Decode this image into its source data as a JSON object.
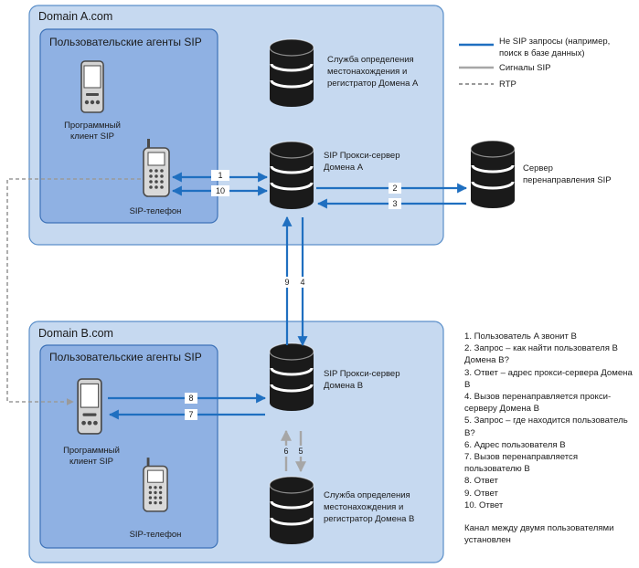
{
  "domain_a": {
    "title": "Domain A.com",
    "agents_group": "Пользовательские агенты SIP",
    "softclient": [
      "Программный",
      "клиент SIP"
    ],
    "phone": "SIP-телефон",
    "locator": [
      "Служба определения",
      "местонахождения и",
      "регистратор Домена A"
    ],
    "proxy": [
      "SIP Прокси-сервер",
      "Домена A"
    ]
  },
  "domain_b": {
    "title": "Domain B.com",
    "agents_group": "Пользовательские агенты SIP",
    "softclient": [
      "Программный",
      "клиент SIP"
    ],
    "phone": "SIP-телефон",
    "locator": [
      "Служба определения",
      "местонахождения и",
      "регистратор Домена B"
    ],
    "proxy": [
      "SIP Прокси-сервер",
      "Домена B"
    ]
  },
  "redirect_server": [
    "Сервер",
    "перенаправления SIP"
  ],
  "legend": {
    "non_sip": [
      "Не SIP запросы (например,",
      "поиск в базе данных)"
    ],
    "sip": "Сигналы SIP",
    "rtp": "RTP"
  },
  "arrow_numbers": {
    "n1": "1",
    "n2": "2",
    "n3": "3",
    "n4": "4",
    "n5": "5",
    "n6": "6",
    "n7": "7",
    "n8": "8",
    "n9": "9",
    "n10": "10"
  },
  "steps": [
    "1. Пользователь A звонит B",
    "2. Запрос – как найти пользователя B Домена B?",
    "3. Ответ – адрес прокси-сервера Домена B",
    "4. Вызов перенаправляется прокси-серверу Домена B",
    "5. Запрос – где находится пользователь B?",
    "6. Адрес пользователя B",
    "7. Вызов перенаправляется пользователю B",
    "8. Ответ",
    "9. Ответ",
    "10. Ответ"
  ],
  "footer": "Канал между двумя пользователями установлен",
  "colors": {
    "domain_fill": "#c6d9f0",
    "domain_stroke": "#5b8fc9",
    "group_fill": "#8fb1e3",
    "group_stroke": "#3d72b8",
    "arrow_blue": "#1f6fc0",
    "arrow_gray": "#a6a6a6",
    "rtp_gray": "#9a9a9a"
  }
}
